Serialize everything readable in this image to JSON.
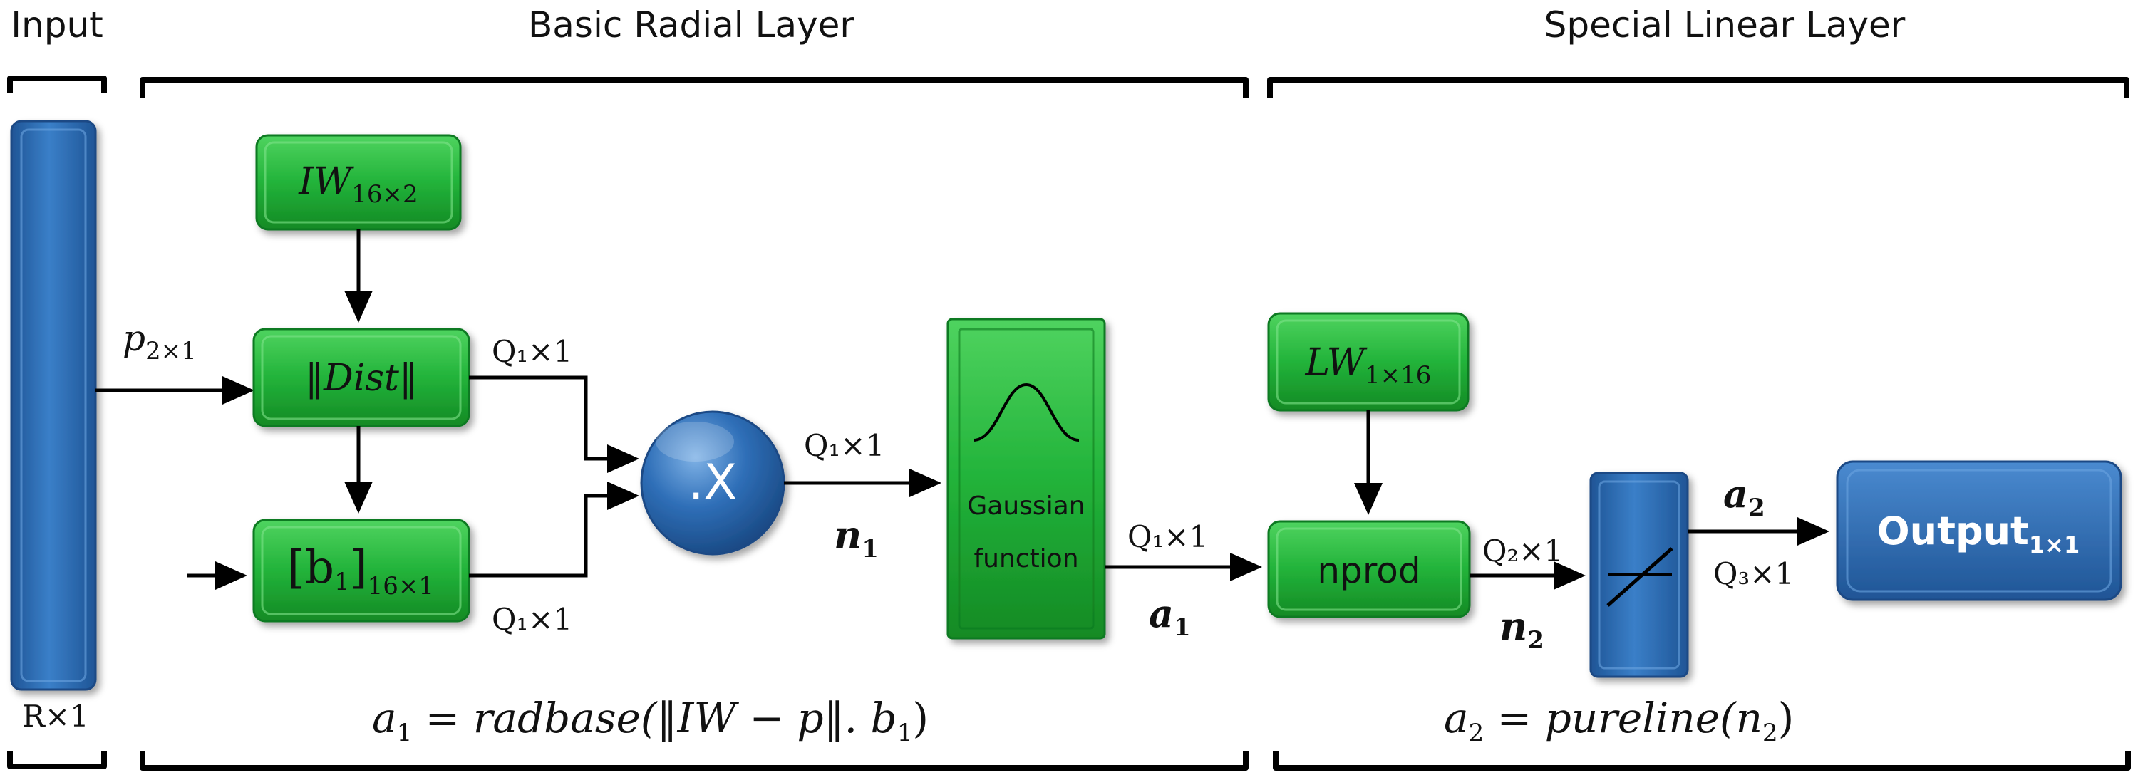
{
  "sections": {
    "input": "Input",
    "radial": "Basic Radial Layer",
    "linear": "Special Linear Layer"
  },
  "nodes": {
    "iw": "IW",
    "iw_sub": "16×2",
    "dist": "‖Dist‖",
    "b1": "[b",
    "b1_sub": "1",
    "b1_close": "]",
    "b1_size": "16×1",
    "mult": ".X",
    "gaussian_line1": "Gaussian",
    "gaussian_line2": "function",
    "lw": "LW",
    "lw_sub": "1×16",
    "nprod": "nprod",
    "output": "Output",
    "output_sub": "1×1"
  },
  "labels": {
    "p_main": "p",
    "p_sub": "2×1",
    "rx1": "R×1",
    "q1_dist": "Q₁×1",
    "q1_bias": "Q₁×1",
    "q1_mult": "Q₁×1",
    "n1": "n",
    "n1_sub": "1",
    "q1_gauss": "Q₁×1",
    "a1": "a",
    "a1_sub": "1",
    "q2": "Q₂×1",
    "n2": "n",
    "n2_sub": "2",
    "a2": "a",
    "a2_sub": "2",
    "q3": "Q₃×1"
  },
  "equations": {
    "a1_lhs": "a",
    "a1_lhs_sub": "1",
    "a1_rhs": " = radbase(‖IW − p‖. b",
    "a1_rhs_sub": "1",
    "a1_close": ")",
    "a2_lhs": "a",
    "a2_lhs_sub": "2",
    "a2_rhs": " = pureline(n",
    "a2_rhs_sub": "2",
    "a2_close": ")"
  },
  "colors": {
    "green": "#22b33a",
    "green_dark": "#138a22",
    "blue": "#2f6fb8",
    "blue_dark": "#1d4f8c"
  }
}
